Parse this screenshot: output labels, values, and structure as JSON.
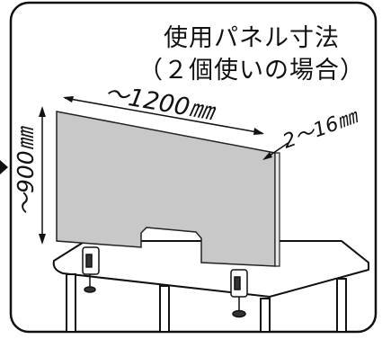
{
  "title": {
    "line1": "使用パネル寸法",
    "line2": "（２個使いの場合）"
  },
  "dimensions": {
    "width": "〜1200㎜",
    "height": "〜900㎜",
    "thickness": "2〜16㎜"
  }
}
